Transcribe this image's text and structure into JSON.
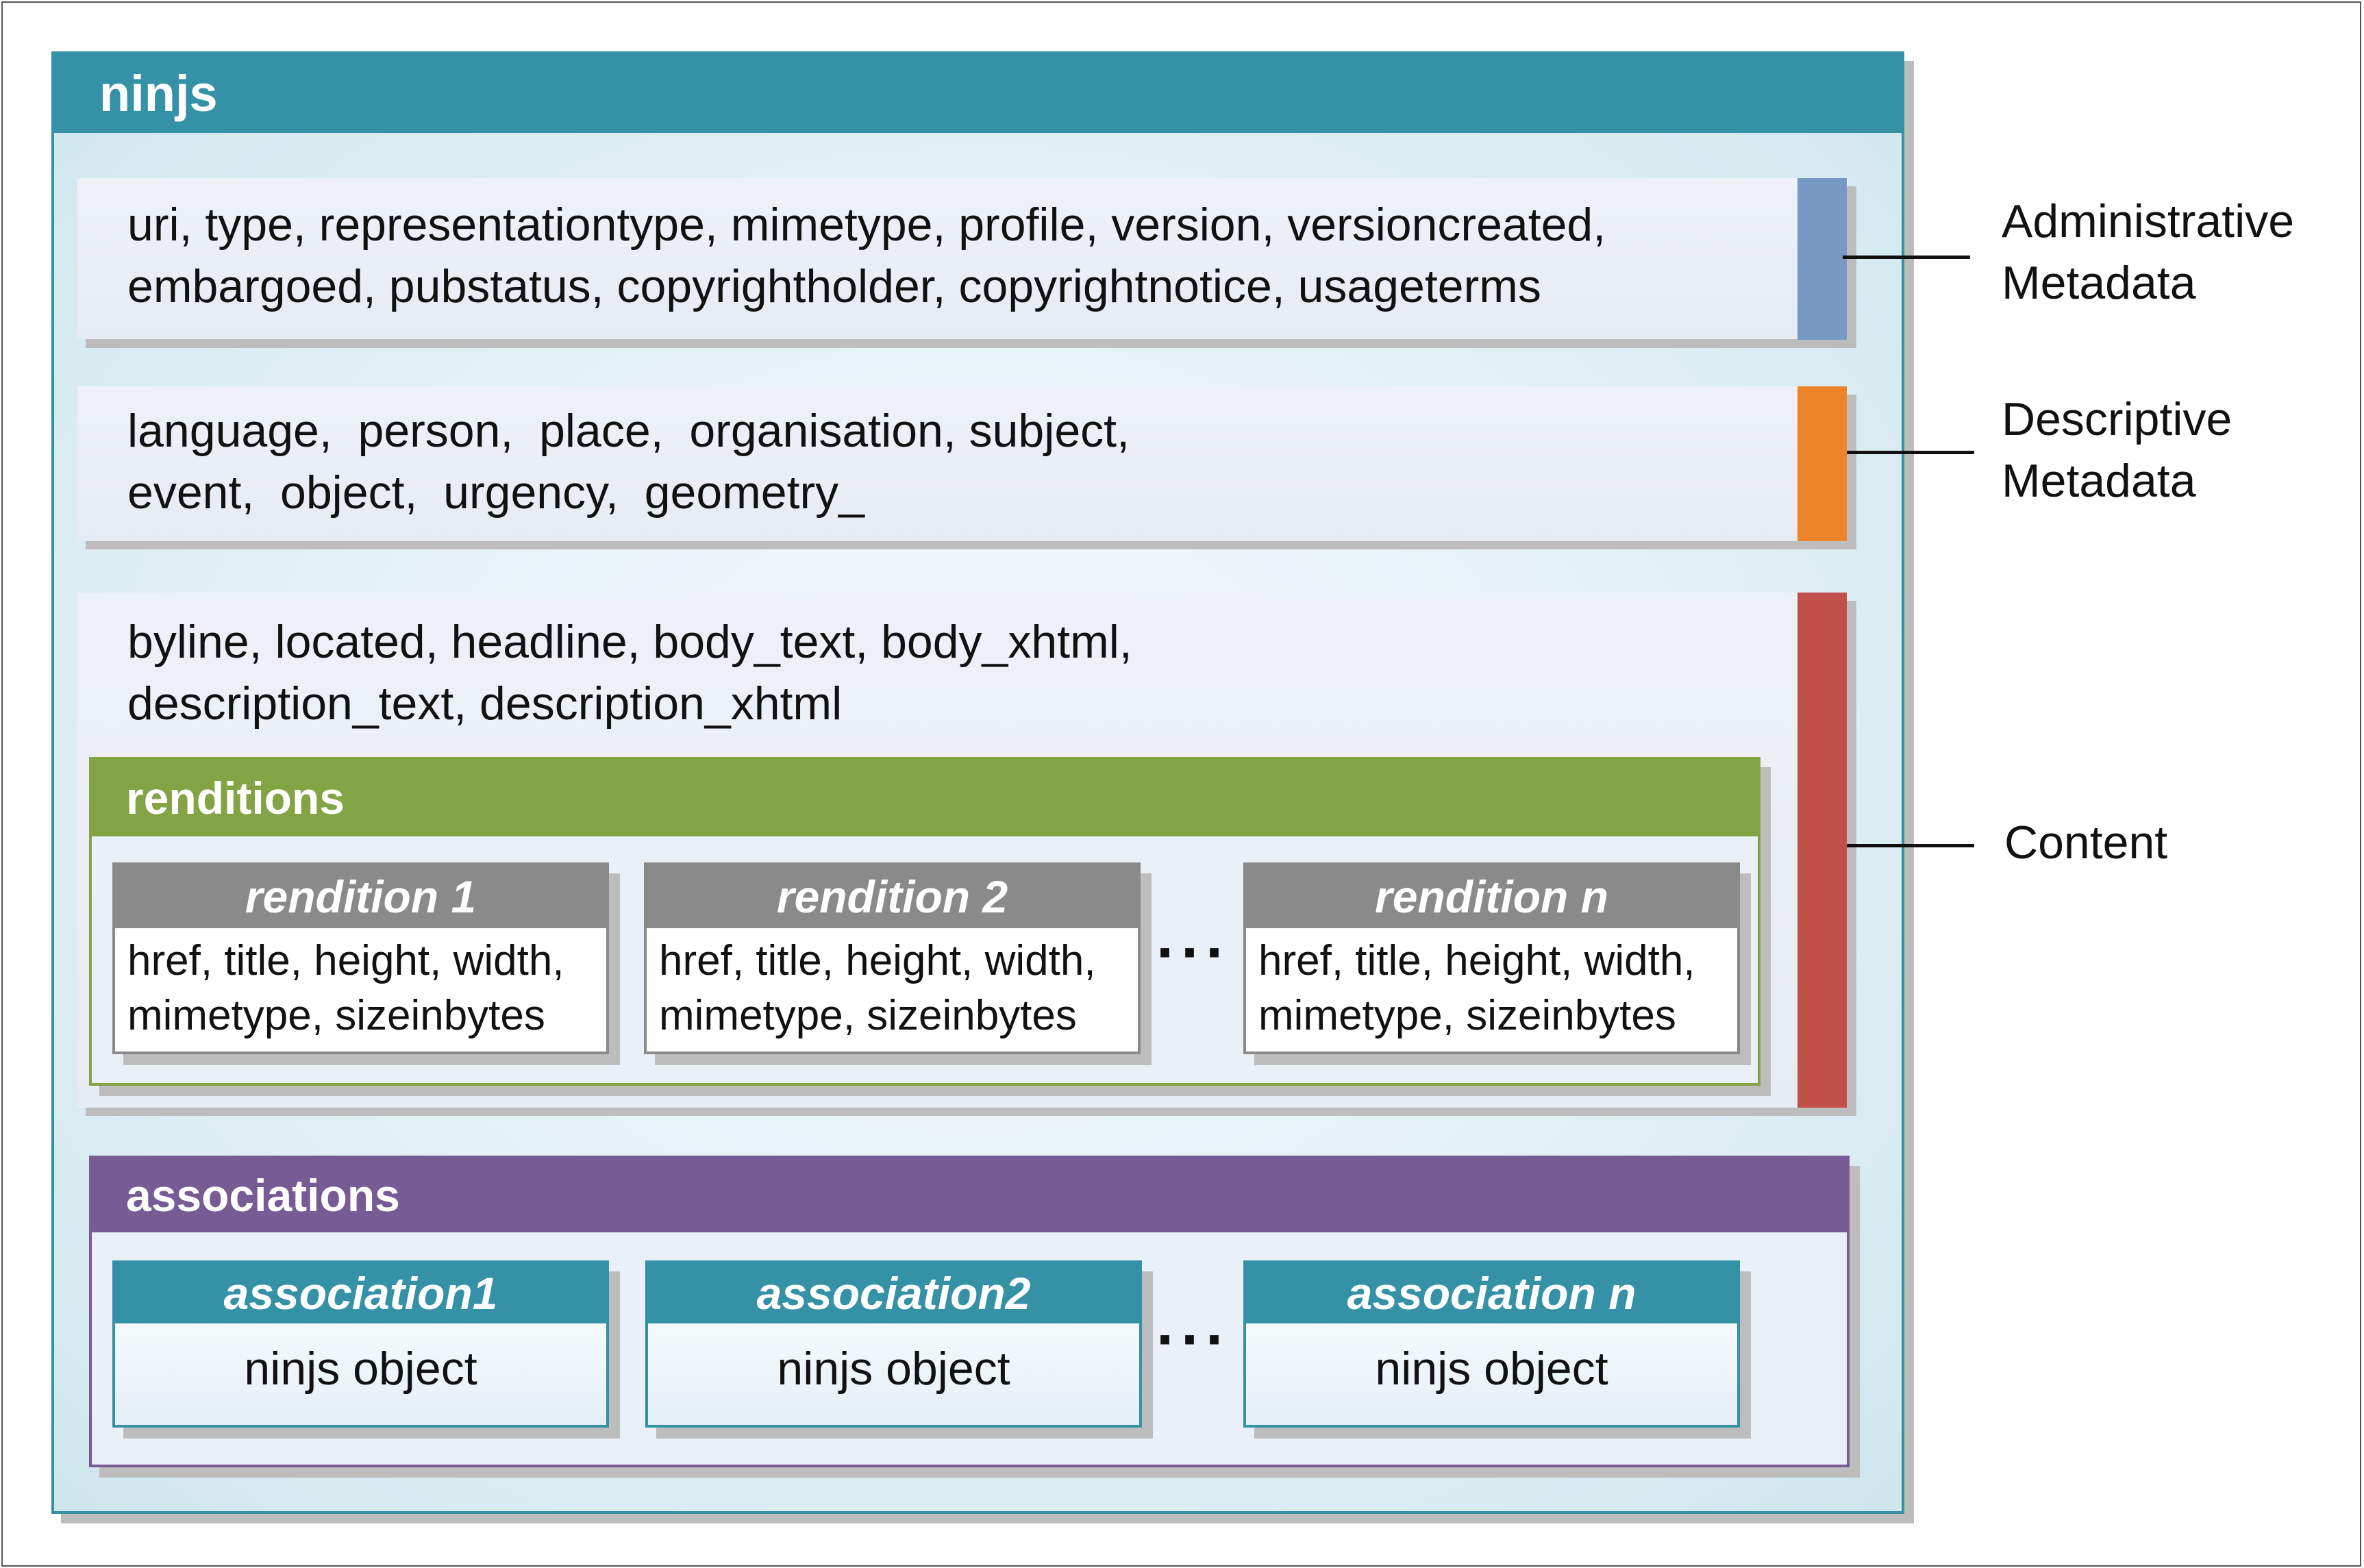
{
  "ninjs": {
    "title": "ninjs"
  },
  "administrative": {
    "fields_line1": "uri, type, representationtype, mimetype, profile, version, versioncreated,",
    "fields_line2": "embargoed, pubstatus, copyrightholder, copyrightnotice, usageterms",
    "label_line1": "Administrative",
    "label_line2": "Metadata",
    "color": "#7899c4"
  },
  "descriptive": {
    "fields_line1": "language,  person,  place,  organisation, subject,",
    "fields_line2": "event,  object,  urgency,  geometry_",
    "label_line1": "Descriptive",
    "label_line2": "Metadata",
    "color": "#ee8429"
  },
  "content": {
    "fields_line1": "byline, located, headline, body_text, body_xhtml,",
    "fields_line2": "description_text, description_xhtml",
    "label": "Content",
    "color": "#c2504a"
  },
  "renditions": {
    "title": "renditions",
    "color": "#83a444",
    "items": [
      {
        "title": "rendition 1",
        "line1": "href, title, height, width,",
        "line2": "mimetype, sizeinbytes"
      },
      {
        "title": "rendition 2",
        "line1": "href, title, height, width,",
        "line2": "mimetype, sizeinbytes"
      },
      {
        "title": "rendition n",
        "line1": "href, title, height, width,",
        "line2": "mimetype, sizeinbytes"
      }
    ],
    "ellipsis": "···"
  },
  "associations": {
    "title": "associations",
    "color": "#775b94",
    "items": [
      {
        "title": "association1",
        "body": "ninjs object"
      },
      {
        "title": "association2",
        "body": "ninjs object"
      },
      {
        "title": "association n",
        "body": "ninjs object"
      }
    ],
    "ellipsis": "···"
  }
}
